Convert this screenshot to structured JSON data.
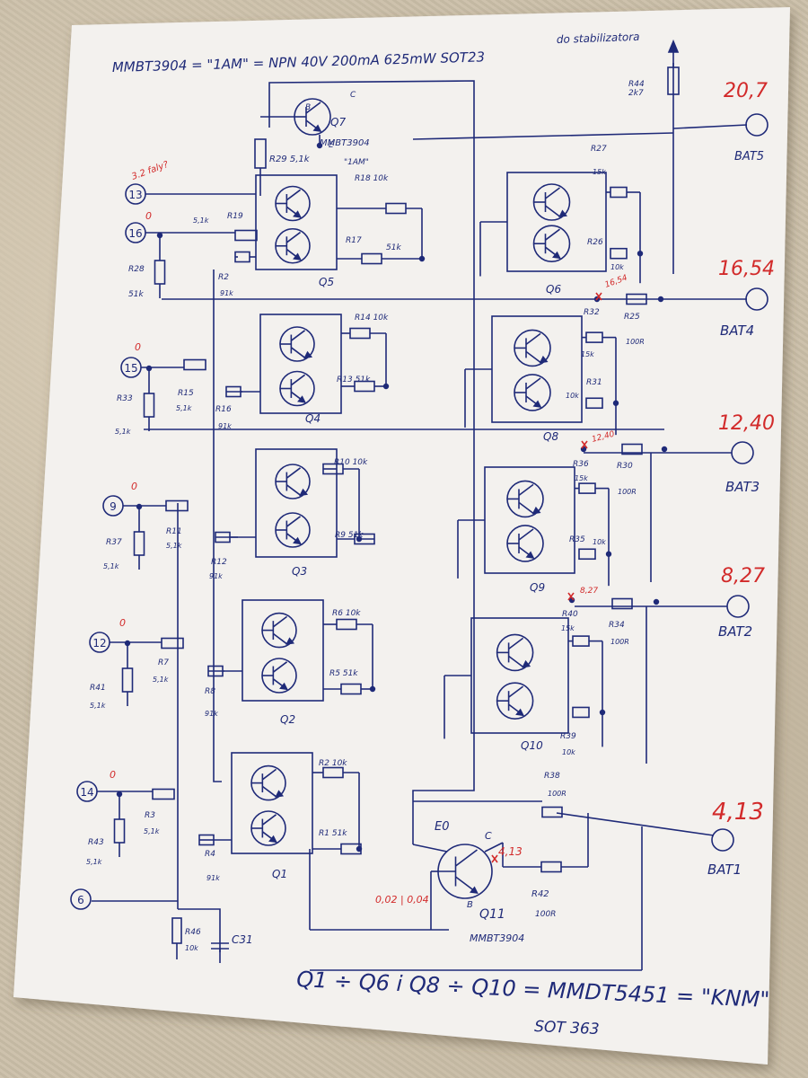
{
  "header_note": "MMBT3904 = \"1AM\" = NPN 40V 200mA 625mW SOT23",
  "top_right_note": "do stabilizatora",
  "footer_line1": "Q1 ÷ Q6  i  Q8 ÷ Q10  =  MMDT5451 = \"KNM\"",
  "footer_line2": "SOT 363",
  "colors": {
    "ink": "#1f2a78",
    "red": "#d22a2a",
    "paper": "#f3f1ee",
    "background": "#c9bda8"
  },
  "connectors": [
    {
      "label": "13",
      "voltage": "3.2 faly?"
    },
    {
      "label": "16",
      "voltage": "0"
    },
    {
      "label": "15",
      "voltage": "0"
    },
    {
      "label": "9",
      "voltage": "0"
    },
    {
      "label": "12",
      "voltage": "0"
    },
    {
      "label": "14",
      "voltage": "0"
    },
    {
      "label": "6",
      "voltage": ""
    }
  ],
  "batteries": [
    {
      "label": "BAT5",
      "voltage": "20,7"
    },
    {
      "label": "BAT4",
      "voltage": "16,54"
    },
    {
      "label": "BAT3",
      "voltage": "12,40"
    },
    {
      "label": "BAT2",
      "voltage": "8,27"
    },
    {
      "label": "BAT1",
      "voltage": "4,13"
    }
  ],
  "node_voltages": {
    "bat4": "16,54",
    "bat3": "12,40",
    "bat2": "8,27",
    "q11_collector": "4,13",
    "q11_base": "0,02 | 0,04",
    "q11_emitter": "E0"
  },
  "transistors": {
    "q7": {
      "name": "Q7",
      "part": "MMBT3904",
      "mark": "\"1AM\"",
      "b": "B",
      "c": "C",
      "e": "E"
    },
    "q11": {
      "name": "Q11",
      "part": "MMBT3904",
      "b": "B",
      "c": "C"
    },
    "left_pairs": [
      "Q5",
      "Q4",
      "Q3",
      "Q2",
      "Q1"
    ],
    "right_pairs": [
      "Q6",
      "Q8",
      "Q9",
      "Q10"
    ]
  },
  "resistors": {
    "r44": "R44\n2k7",
    "r29": "R29 5,1k",
    "r18": "R18 10k",
    "r19": "R19",
    "r19v": "5,1k",
    "r17": "R17",
    "r17v": "51k",
    "r2": "R2",
    "r2v": "91k",
    "r28": "R28",
    "r28v": "51k",
    "r27": "R27",
    "r27v": "15k",
    "r26": "R26",
    "r26v": "10k",
    "r32": "R32",
    "r25": "R25",
    "r25v": "100R",
    "r14": "R14 10k",
    "r15": "R15",
    "r15v": "5,1k",
    "r16": "R16",
    "r16v": "91k",
    "r13": "R13 51k",
    "r33": "R33",
    "r33v": "5,1k",
    "r31_15": "15k",
    "r31": "R31",
    "r31v": "10k",
    "r36": "R36",
    "r36v": "15k",
    "r30": "R30",
    "r30v": "100R",
    "r10": "R10 10k",
    "r11": "R11",
    "r11v": "5,1k",
    "r12": "R12",
    "r12v": "91k",
    "r9": "R9 51k",
    "r37": "R37",
    "r37v": "5,1k",
    "r35": "R35",
    "r35v": "10k",
    "r40": "R40",
    "r40v": "15k",
    "r34": "R34",
    "r34v": "100R",
    "r6": "R6 10k",
    "r7": "R7",
    "r7v": "5,1k",
    "r8": "R8",
    "r8v": "91k",
    "r5": "R5 51k",
    "r41": "R41",
    "r41v": "5,1k",
    "r39": "R39",
    "r39v": "10k",
    "r38": "R38",
    "r38v": "100R",
    "r2b": "R2 10k",
    "r3": "R3",
    "r3v": "5,1k",
    "r4": "R4",
    "r4v": "91k",
    "r1": "R1 51k",
    "r43": "R43",
    "r43v": "5,1k",
    "r42": "R42",
    "r42v": "100R",
    "r46": "R46",
    "r46v": "10k",
    "c31": "C31"
  }
}
